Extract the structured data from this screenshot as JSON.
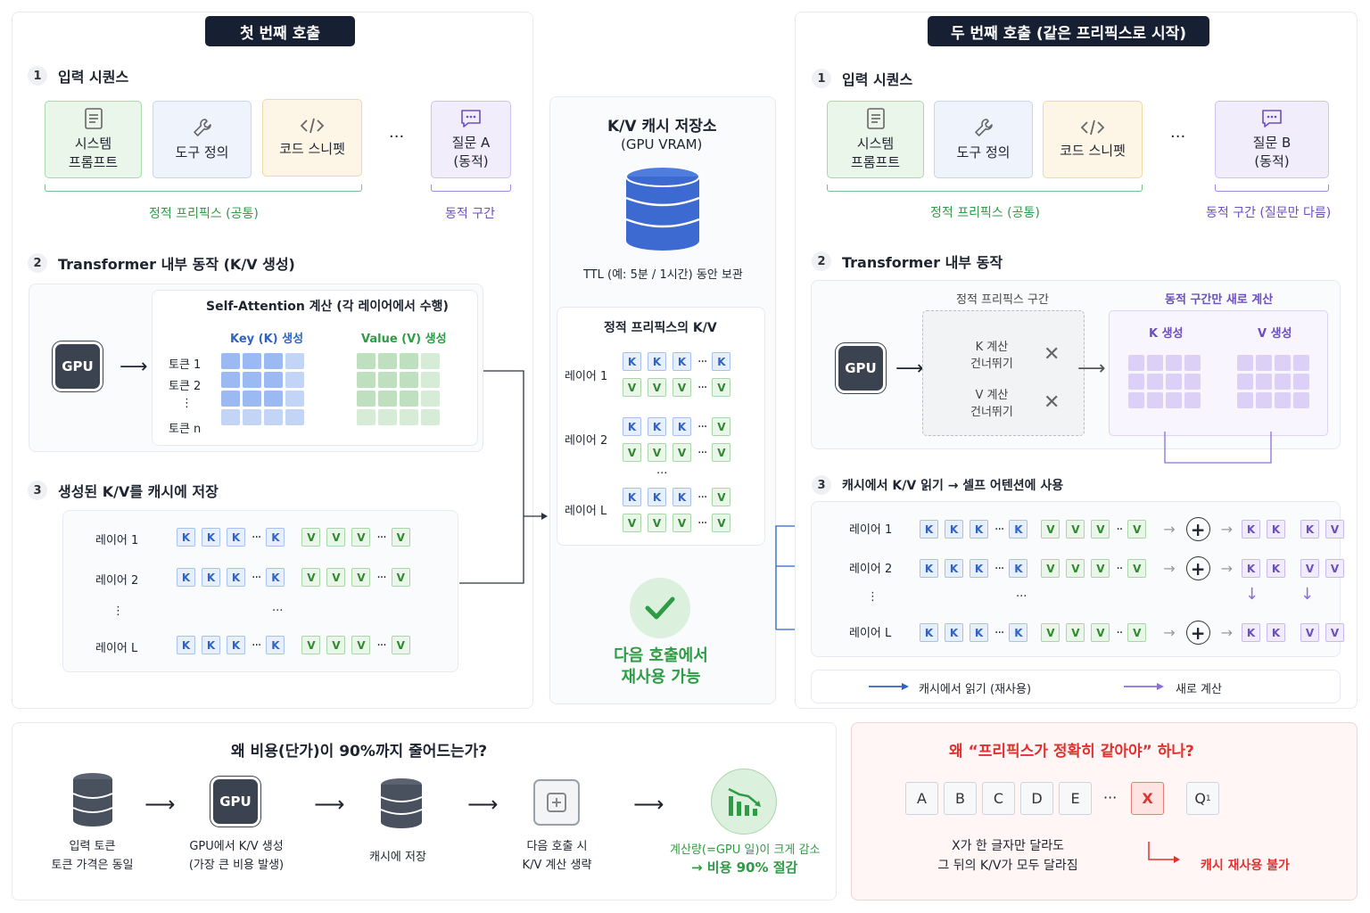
{
  "left": {
    "header": "첫 번째 호출",
    "s1": {
      "num": "1",
      "title": "입력 시퀀스"
    },
    "cards": [
      "시스템\n프롬프트",
      "도구 정의",
      "코드 스니펫",
      "질문 A\n(동적)"
    ],
    "ellipsis": "···",
    "static_label": "정적 프리픽스 (공통)",
    "dynamic_label": "동적 구간",
    "s2": {
      "num": "2",
      "title": "Transformer 내부 동작 (K/V 생성)"
    },
    "attn_title": "Self-Attention 계산 (각 레이어에서 수행)",
    "key_label": "Key (K) 생성",
    "value_label": "Value (V) 생성",
    "gpu": "GPU",
    "tokens": [
      "토큰 1",
      "토큰 2",
      "⋮",
      "토큰 n"
    ],
    "s3": {
      "num": "3",
      "title": "생성된 K/V를 캐시에 저장"
    },
    "layers": [
      "레이어 1",
      "레이어 2",
      "⋮",
      "레이어 L"
    ],
    "mid_dots": "···"
  },
  "middle": {
    "title": "K/V 캐시 저장소",
    "subtitle": "(GPU VRAM)",
    "ttl": "TTL (예: 5분 / 1시간) 동안 보관",
    "kv_title": "정적 프리픽스의 K/V",
    "layers": [
      "레이어 1",
      "레이어 2",
      "레이어 L"
    ],
    "reuse": "다음 호출에서\n재사용 가능"
  },
  "right": {
    "header": "두 번째 호출 (같은 프리픽스로 시작)",
    "s1": {
      "num": "1",
      "title": "입력 시퀀스"
    },
    "cards": [
      "시스템\n프롬프트",
      "도구 정의",
      "코드 스니펫",
      "질문 B\n(동적)"
    ],
    "static_label": "정적 프리픽스 (공통)",
    "dynamic_label": "동적 구간 (질문만 다름)",
    "s2": {
      "num": "2",
      "title": "Transformer 내부 동작"
    },
    "static_section": "정적 프리픽스 구간",
    "dynamic_section": "동적 구간만 새로 계산",
    "k_skip": "K 계산\n건너뛰기",
    "v_skip": "V 계산\n건너뛰기",
    "k_gen": "K 생성",
    "v_gen": "V 생성",
    "s3": {
      "num": "3",
      "title": "캐시에서 K/V 읽기 → 셀프 어텐션에 사용"
    },
    "layers": [
      "레이어 1",
      "레이어 2",
      "⋮",
      "레이어 L"
    ],
    "legend_cache": "캐시에서 읽기 (재사용)",
    "legend_new": "새로 계산"
  },
  "bottom_left": {
    "title": "왜 비용(단가)이 90%까지 줄어드는가?",
    "steps": [
      "입력 토큰\n토큰 가격은 동일",
      "GPU에서 K/V 생성\n(가장 큰 비용 발생)",
      "캐시에 저장",
      "다음 호출 시\nK/V 계산 생략"
    ],
    "result1": "계산량(=GPU 일)이 크게 감소",
    "result2": "→ 비용 90% 절감"
  },
  "bottom_right": {
    "title": "왜 “프리픽스가 정확히 같아야” 하나?",
    "letters": [
      "A",
      "B",
      "C",
      "D",
      "E"
    ],
    "x": "X",
    "q": "Q",
    "q_sub": "1",
    "desc": "X가 한 글자만 달라도\n그 뒤의 K/V가 모두 달라짐",
    "no_reuse": "캐시 재사용 불가"
  },
  "colors": {
    "navy": "#172033",
    "green": "#2e9b45",
    "blue": "#2f63c6",
    "purple": "#7b5cd6",
    "red": "#e0312f"
  }
}
